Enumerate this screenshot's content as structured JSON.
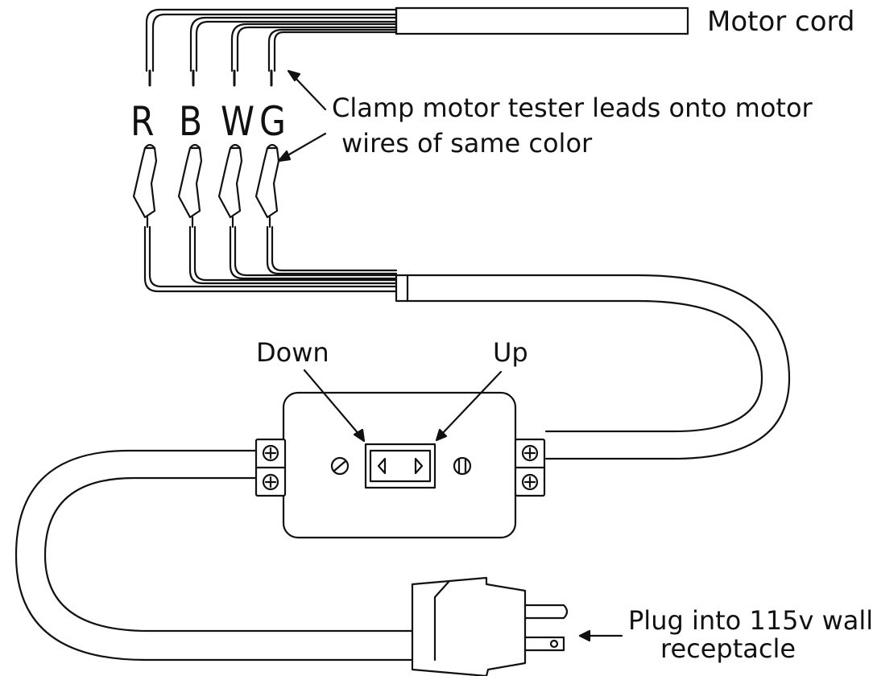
{
  "labels": {
    "motor_cord": "Motor cord",
    "clamp_line1": "Clamp motor tester leads onto motor",
    "clamp_line2": "wires of same color",
    "down": "Down",
    "up": "Up",
    "plug_line1": "Plug into 115v wall",
    "plug_line2": "receptacle"
  },
  "wire_letters": {
    "red": "R",
    "black": "B",
    "white": "W",
    "green": "G"
  },
  "colors": {
    "ink": "#111111",
    "background": "#ffffff"
  }
}
